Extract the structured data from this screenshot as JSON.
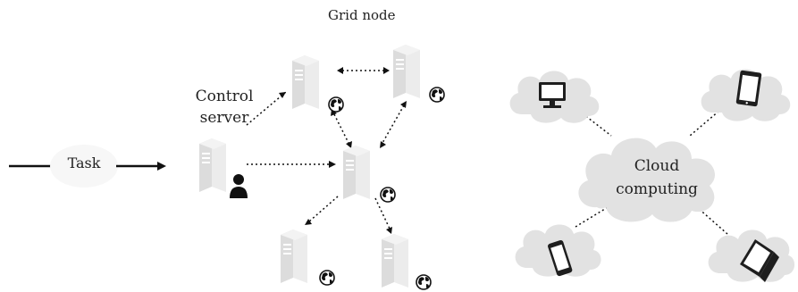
{
  "diagram": {
    "grid_title": "Grid node",
    "control_label_line1": "Control",
    "control_label_line2": "server",
    "task_label": "Task",
    "cloud_line1": "Cloud",
    "cloud_line2": "computing"
  },
  "colors": {
    "server_light": "#e6e6e6",
    "server_dark": "#cfcfcf",
    "cloud_fill": "#e2e2e2",
    "line": "#111111",
    "device": "#1e1e1e"
  },
  "icons": [
    "server-icon",
    "globe-icon",
    "user-icon",
    "cloud-icon",
    "monitor-icon",
    "tablet-icon",
    "smartphone-icon",
    "laptop-icon"
  ]
}
